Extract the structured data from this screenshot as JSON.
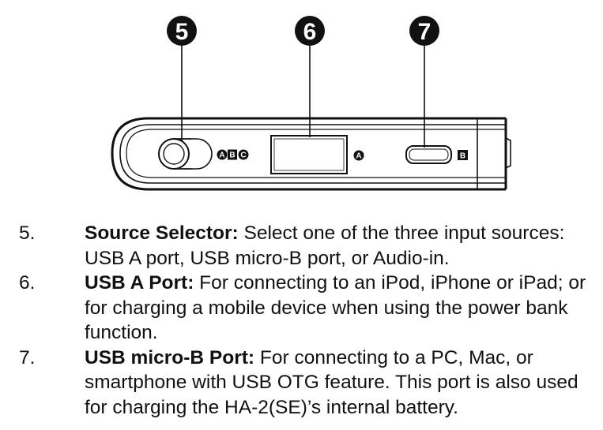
{
  "diagram": {
    "callouts": [
      "5",
      "6",
      "7"
    ],
    "tags": {
      "selector": [
        "A",
        "B",
        "C"
      ],
      "usb_a": "A",
      "usb_b": "B"
    }
  },
  "items": [
    {
      "number": "5.",
      "term": "Source Selector:",
      "description": " Select one of the three input sources: USB A port, USB micro-B port, or Audio-in."
    },
    {
      "number": "6.",
      "term": "USB A Port:",
      "description": " For connecting to an iPod, iPhone or iPad; or for charging a mobile device when using the power bank function."
    },
    {
      "number": "7.",
      "term": "USB micro-B Port:",
      "description": " For connecting to a PC, Mac, or smartphone with USB OTG feature. This port is also used for charging the HA-2(SE)’s internal battery."
    }
  ]
}
